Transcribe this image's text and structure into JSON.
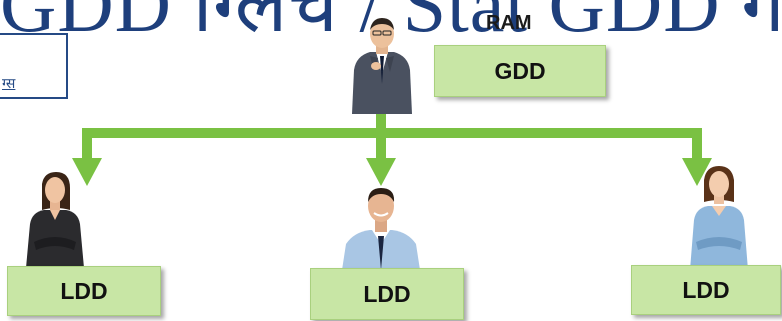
{
  "header": {
    "title": "GDD ‍ग्लिंच / Stat GDD ग"
  },
  "side_box": {
    "text": "ग्स"
  },
  "top_person": {
    "name": "RAM",
    "role": "GDD"
  },
  "children": [
    {
      "role": "LDD"
    },
    {
      "role": "LDD"
    },
    {
      "role": "LDD"
    }
  ],
  "colors": {
    "connector": "#7ac143",
    "box_fill": "#c8e6a5",
    "title": "#1e3f7c"
  }
}
